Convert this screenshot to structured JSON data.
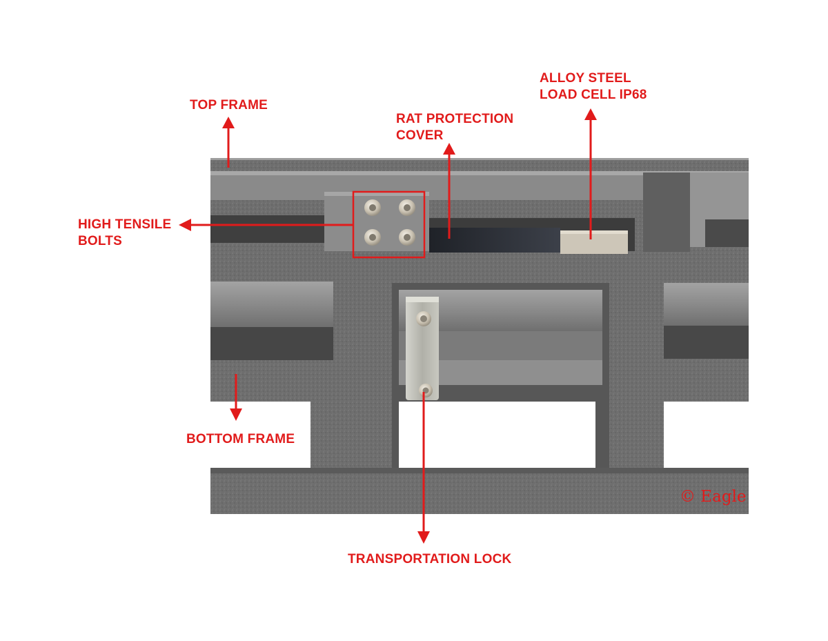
{
  "colors": {
    "annotation": "#e11b1b",
    "frame_steel": "#6e6e6e",
    "frame_steel_dark": "#4a4a4a",
    "frame_steel_light": "#9a9a9a",
    "inner_channel": "#7d7d7d",
    "cover_dark": "#2a2d33",
    "load_cell": "#cdc6b8",
    "bracket_metal": "#b9b9b2",
    "background": "#ffffff"
  },
  "labels": {
    "top_frame": [
      "TOP FRAME"
    ],
    "rat_cover": [
      "RAT PROTECTION",
      "COVER"
    ],
    "load_cell": [
      "ALLOY STEEL",
      "LOAD CELL IP68"
    ],
    "bolts": [
      "HIGH TENSILE",
      "BOLTS"
    ],
    "bottom_frame": [
      "BOTTOM FRAME"
    ],
    "transport_lock": [
      "TRANSPORTATION LOCK"
    ]
  },
  "watermark": "© Eagle"
}
